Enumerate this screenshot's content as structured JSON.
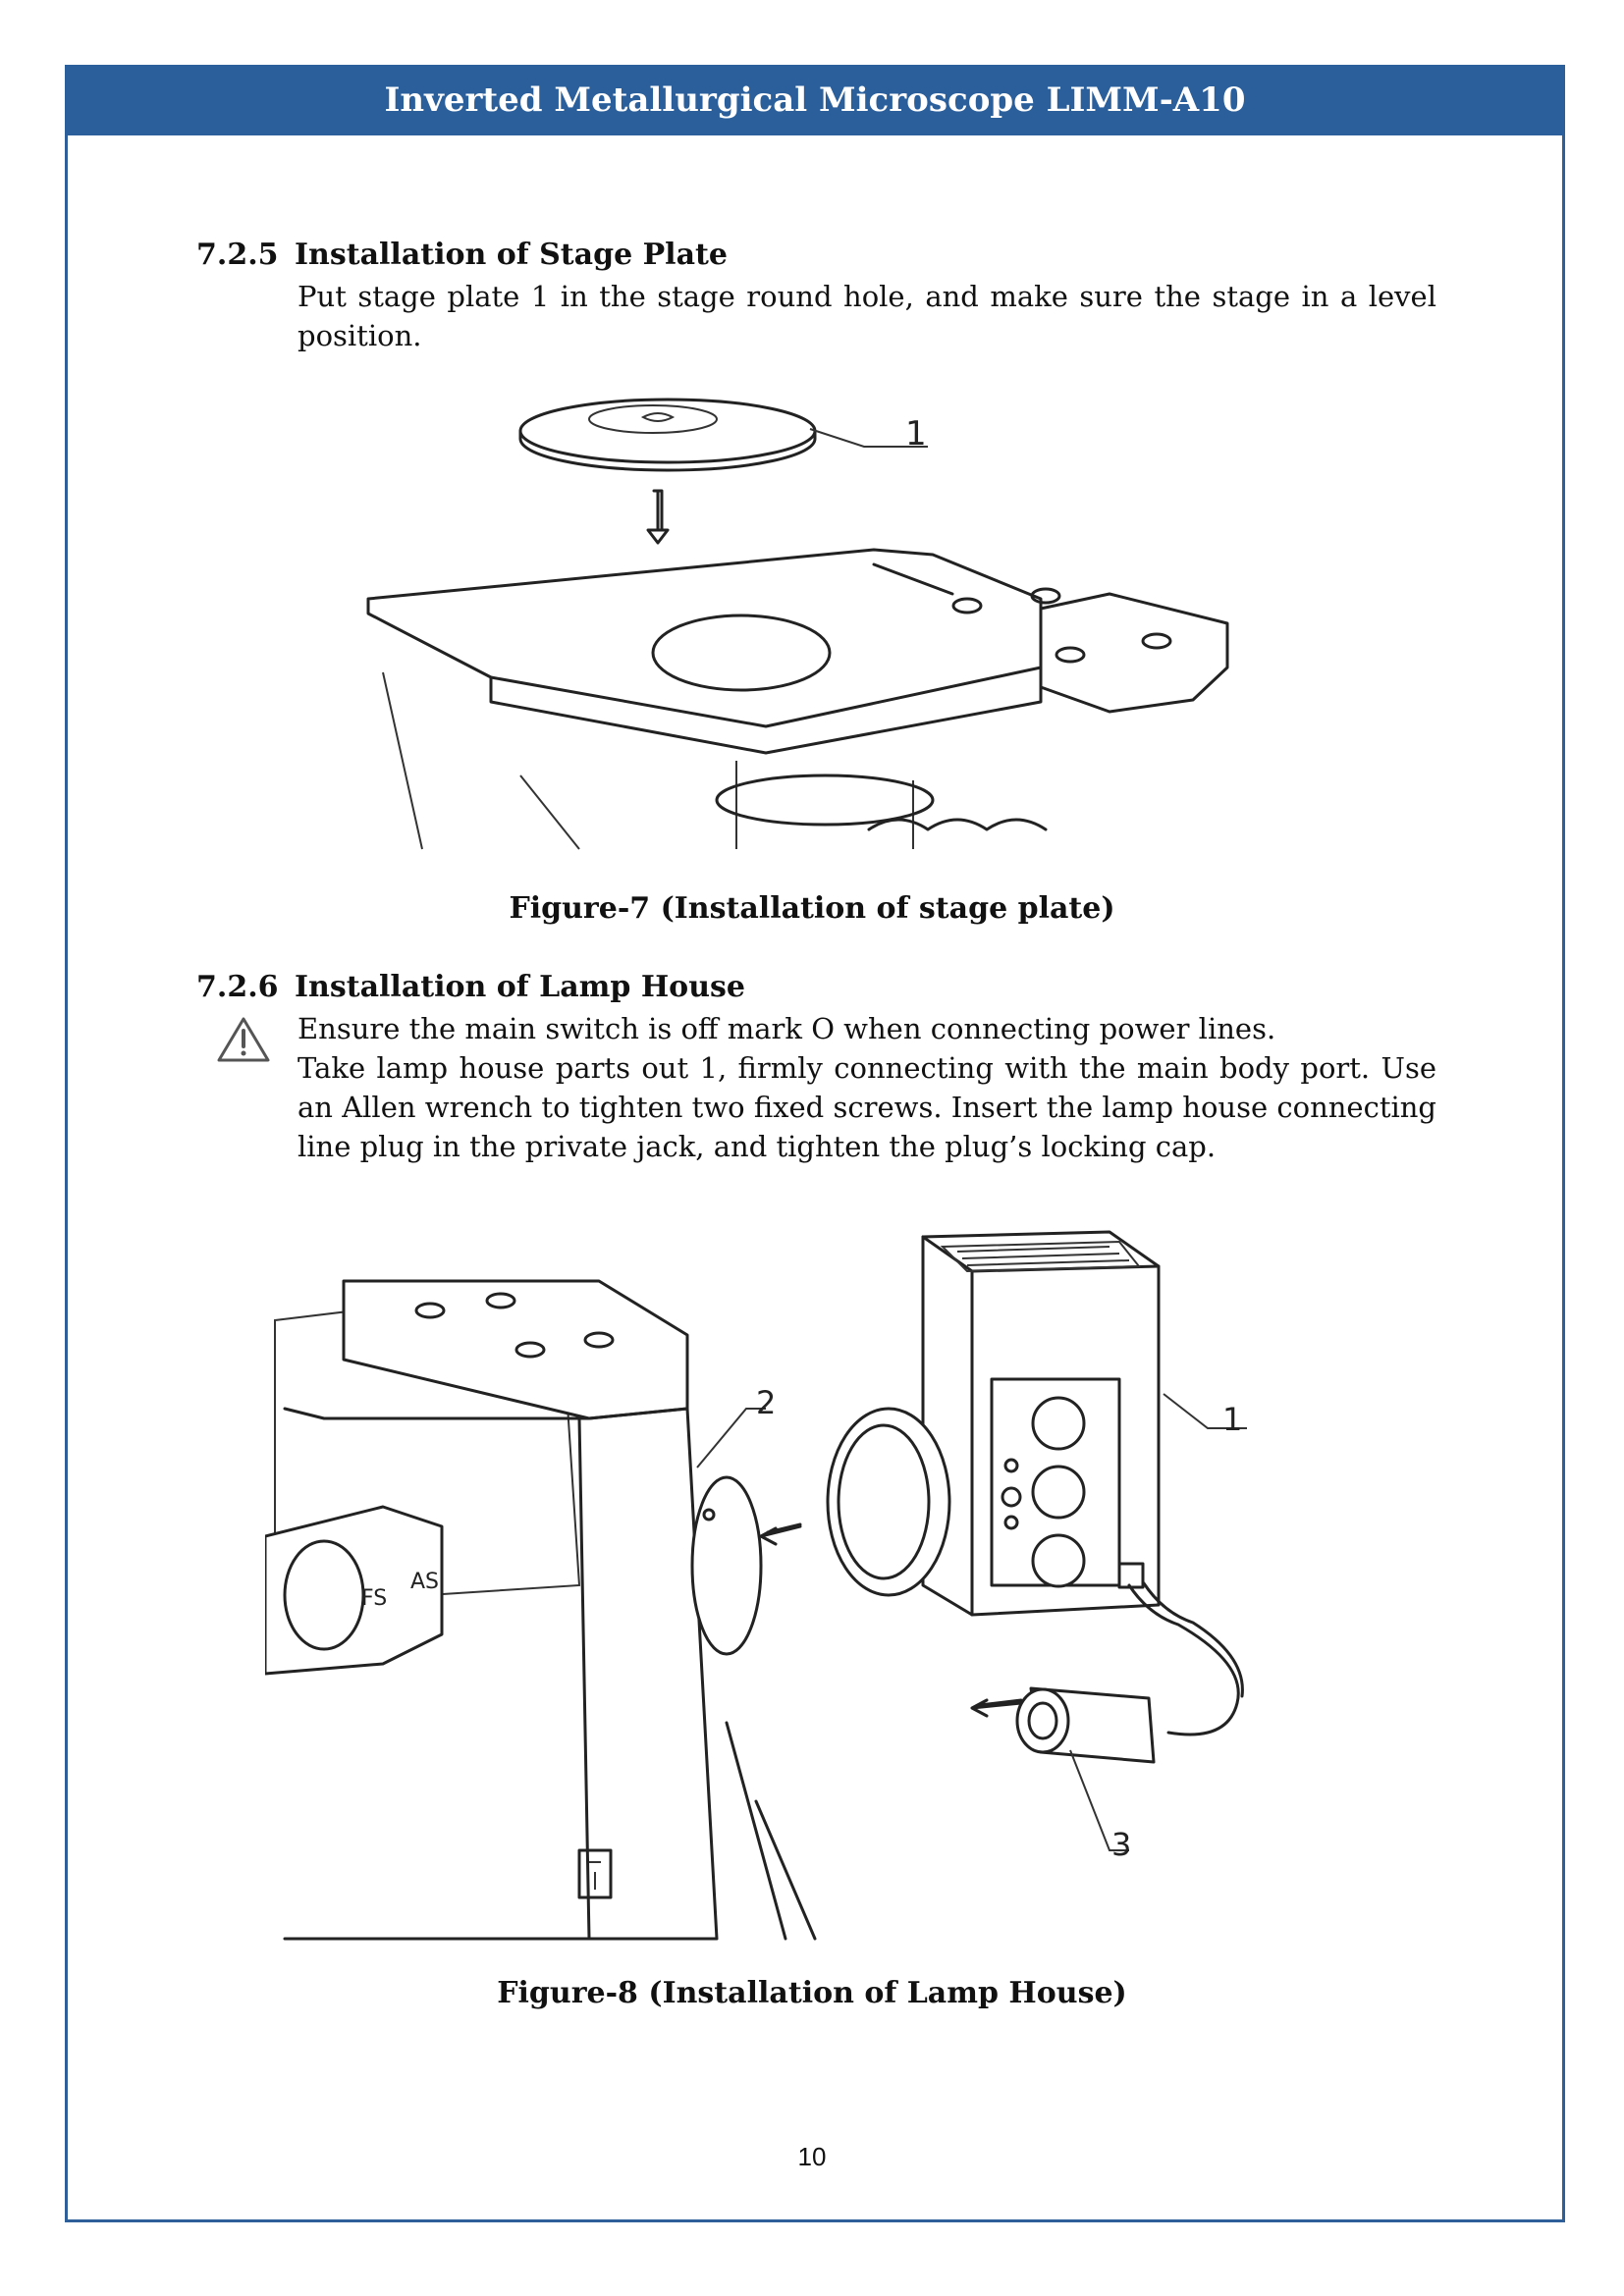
{
  "header": {
    "title": "Inverted Metallurgical Microscope LIMM-A10"
  },
  "section_725": {
    "number": "7.2.5",
    "title": "Installation of Stage Plate",
    "body": "Put stage plate 1 in the stage round hole, and make sure the stage in a level position."
  },
  "figure7": {
    "caption": "Figure-7 (Installation of stage plate)",
    "callout_1": "1"
  },
  "section_726": {
    "number": "7.2.6",
    "title": "Installation of Lamp House",
    "warning": "Ensure the main switch is off mark O when connecting power lines.",
    "body": "Take lamp house parts out 1, firmly connecting with the main body port. Use an Allen wrench to tighten two fixed screws. Insert the lamp house connecting line plug in the private jack, and tighten the plug’s locking cap."
  },
  "figure8": {
    "caption": "Figure-8 (Installation of Lamp House)",
    "callout_1": "1",
    "callout_2": "2",
    "callout_3": "3",
    "label_fs": "FS",
    "label_as": "AS"
  },
  "footer": {
    "page_number": "10"
  },
  "colors": {
    "header_bg": "#2a5f9c",
    "frame": "#2f5f99"
  },
  "icons": {
    "warning": "warning-triangle-icon"
  }
}
